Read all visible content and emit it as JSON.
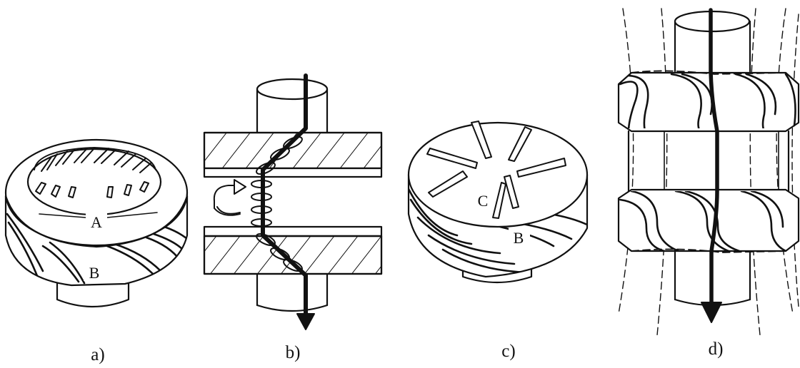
{
  "colors": {
    "ink": "#111111",
    "paper": "#ffffff"
  },
  "figure": {
    "panels": [
      {
        "id": "a",
        "caption": "a)",
        "labels": [
          "A",
          "B"
        ]
      },
      {
        "id": "b",
        "caption": "b)",
        "labels": []
      },
      {
        "id": "c",
        "caption": "c)",
        "labels": [
          "C",
          "B"
        ]
      },
      {
        "id": "d",
        "caption": "d)",
        "labels": []
      }
    ]
  },
  "icons": {
    "rotation": "rotation-arrow-icon",
    "flow": "flow-arrow-icon"
  }
}
